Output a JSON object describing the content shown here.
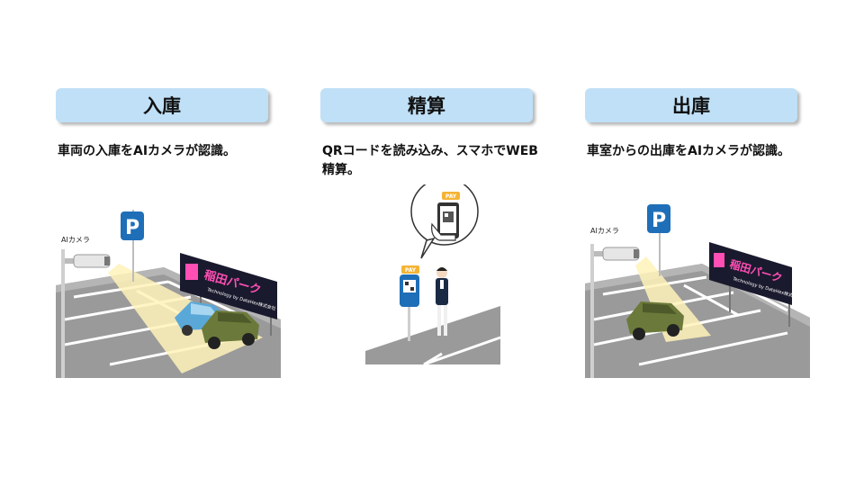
{
  "steps": [
    {
      "title": "入庫",
      "description": "車両の入庫をAIカメラが認識。",
      "camera_label": "AIカメラ",
      "parking_sign": "P",
      "billboard_text": "稲田パーク",
      "billboard_sub": "Technology by DataHex株式会社"
    },
    {
      "title": "精算",
      "description": "QRコードを読み込み、スマホでWEB精算。",
      "pay_label_bubble": "PAY",
      "pay_label_terminal": "PAY"
    },
    {
      "title": "出庫",
      "description": "車室からの出庫をAIカメラが認識。",
      "camera_label": "AIカメラ",
      "parking_sign": "P",
      "billboard_text": "稲田パーク",
      "billboard_sub": "Technology by DataHex株式会社"
    }
  ],
  "colors": {
    "header_bg": "#bfe0f7",
    "parking_sign": "#1f6fb8",
    "ground": "#9a9a9a",
    "beam": "#fff2b8",
    "billboard": "#1a1a2e",
    "billboard_text": "#ff4fb4"
  }
}
